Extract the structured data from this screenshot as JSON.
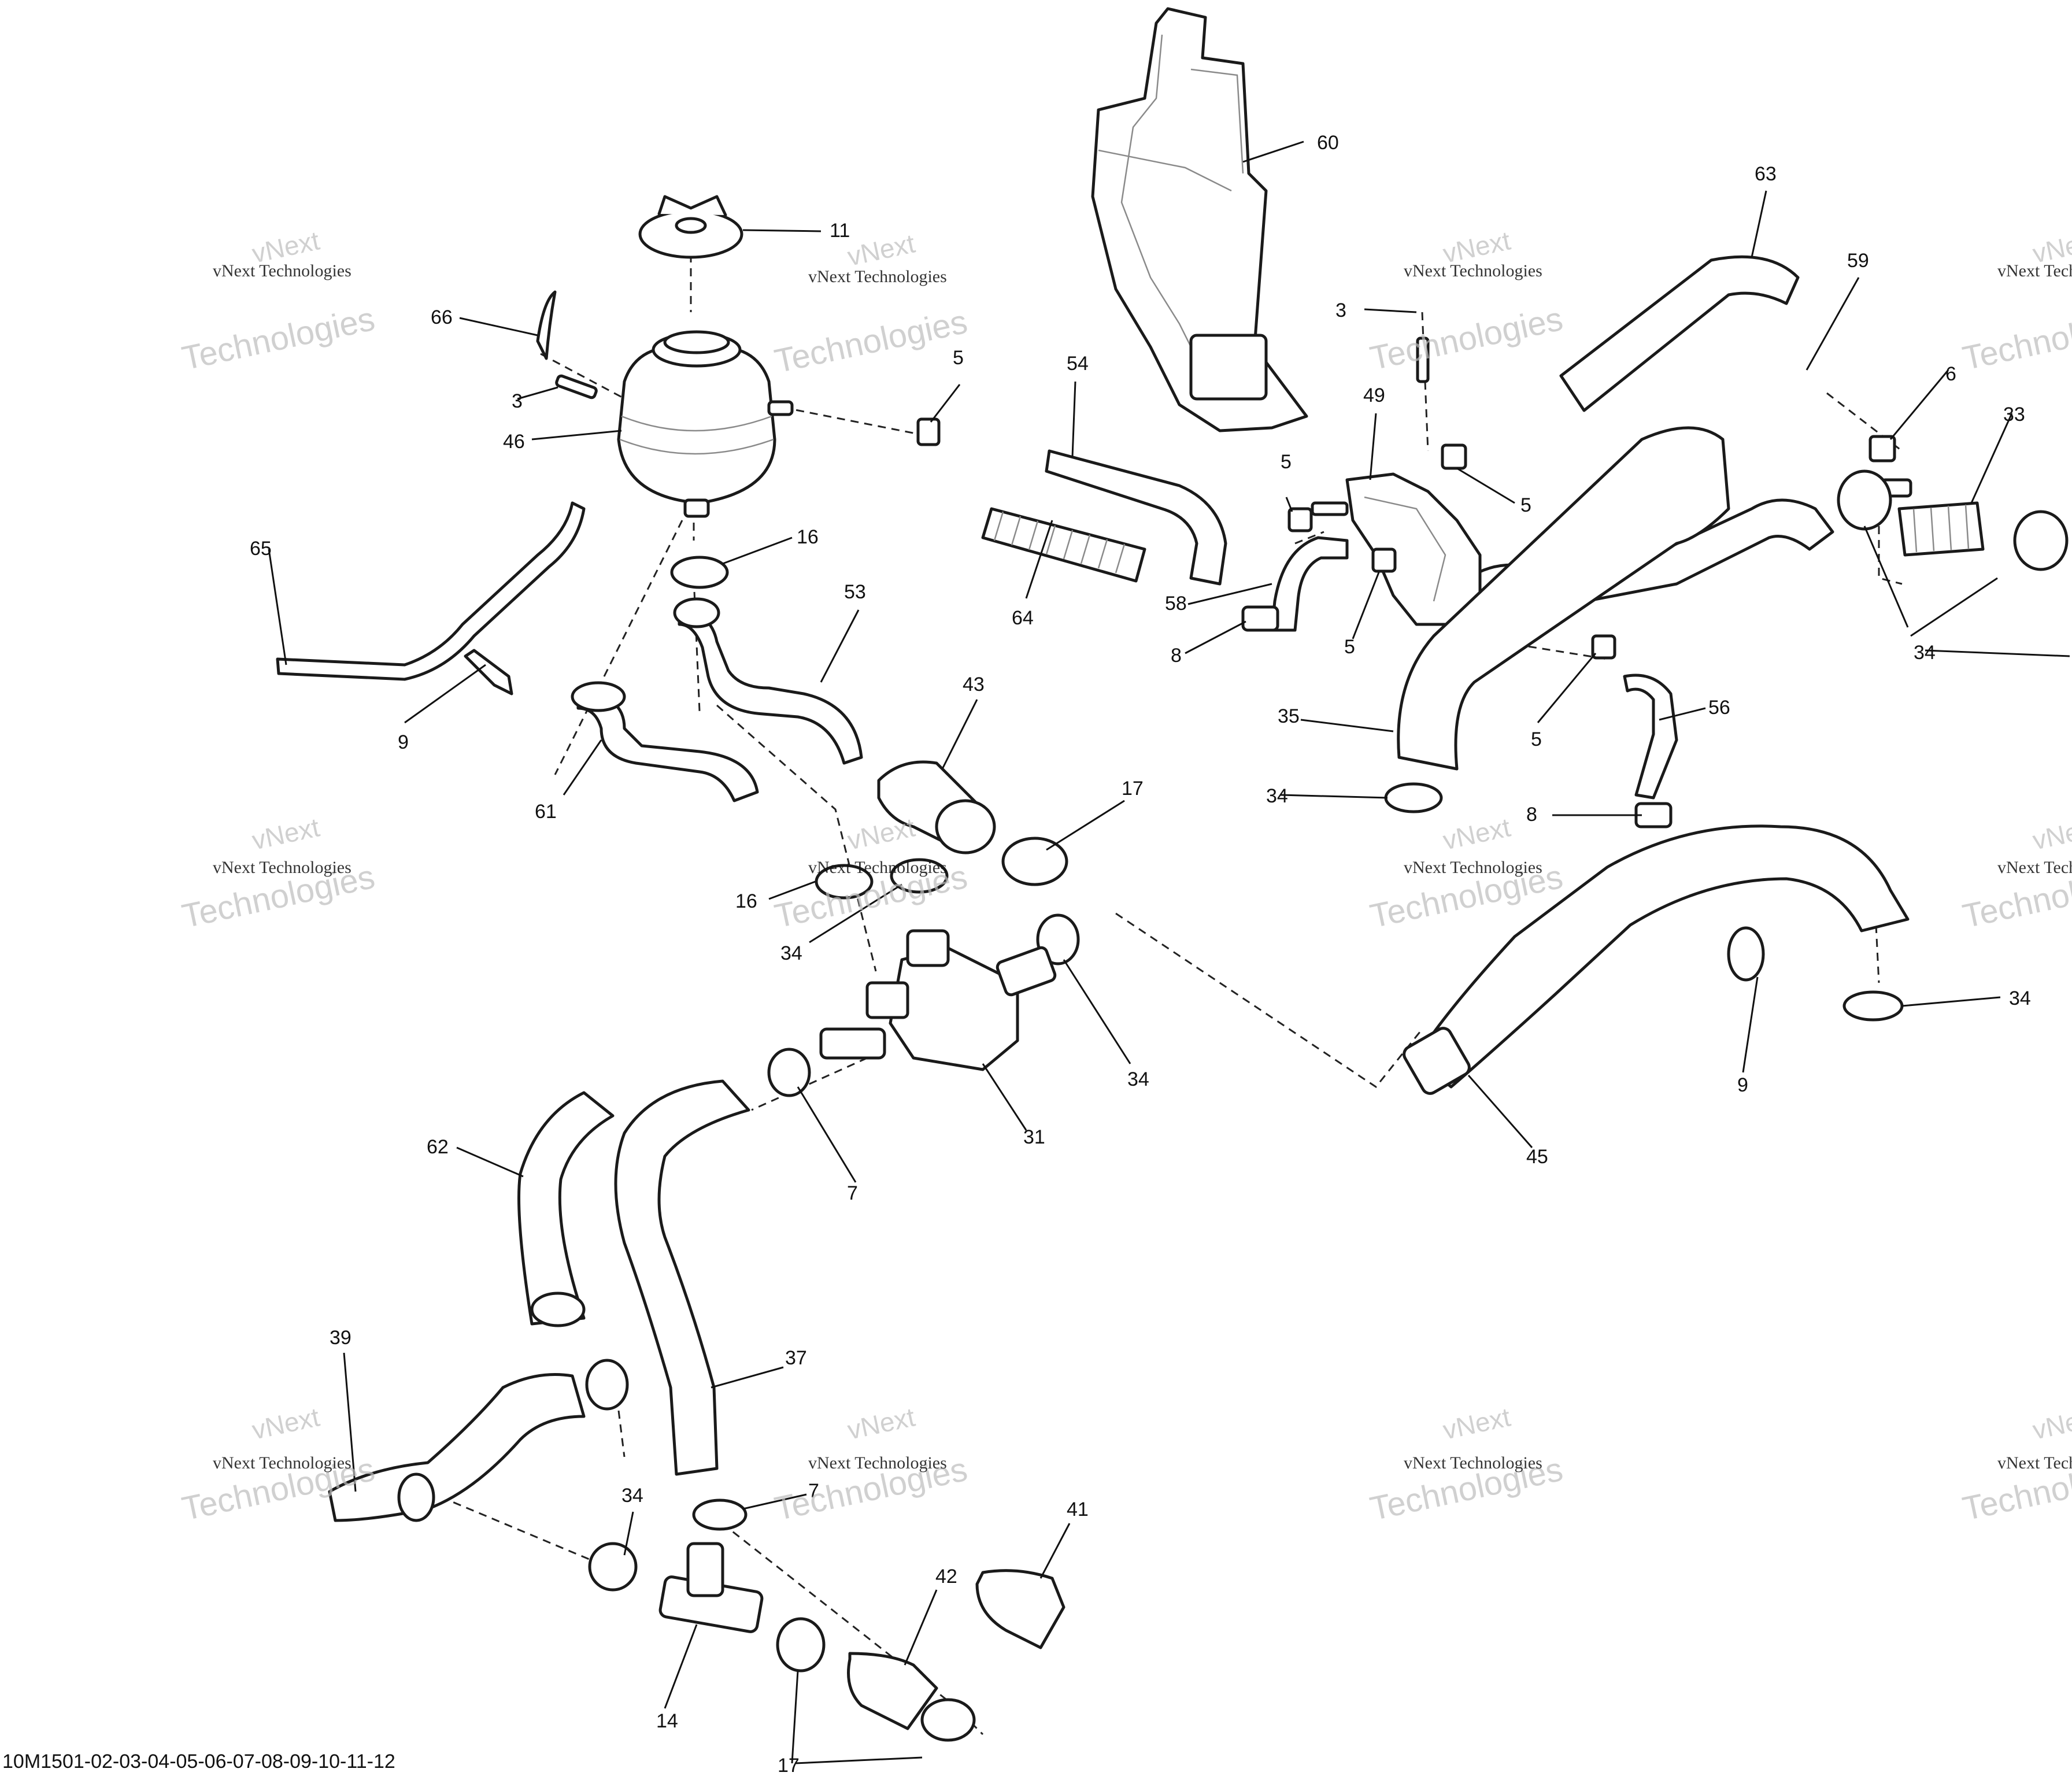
{
  "callouts": {
    "c60": "60",
    "c11": "11",
    "c66": "66",
    "c5a": "5",
    "c54": "54",
    "c3a": "3",
    "c46": "46",
    "c63": "63",
    "c59": "59",
    "c3b": "3",
    "c49": "49",
    "c6": "6",
    "c33": "33",
    "c5b": "5",
    "c5c": "5",
    "c16a": "16",
    "c65": "65",
    "c53": "53",
    "c64": "64",
    "c58": "58",
    "c8a": "8",
    "c5d": "5",
    "c34a": "34",
    "c9a": "9",
    "c43": "43",
    "c35": "35",
    "c56": "56",
    "c5e": "5",
    "c61": "61",
    "c17a": "17",
    "c34b": "34",
    "c8b": "8",
    "c16b": "16",
    "c34c": "34",
    "c34d": "34",
    "c31": "31",
    "c7a": "7",
    "c9b": "9",
    "c45": "45",
    "c62": "62",
    "c39": "39",
    "c37": "37",
    "c34e": "34",
    "c7b": "7",
    "c41": "41",
    "c42": "42",
    "c14": "14",
    "c17b": "17"
  },
  "watermark": {
    "line1": "vNext Technologies",
    "line2": "vNext",
    "line3": "Technologies"
  },
  "reference_code": "10M1501-02-03-04-05-06-07-08-09-10-11-12"
}
